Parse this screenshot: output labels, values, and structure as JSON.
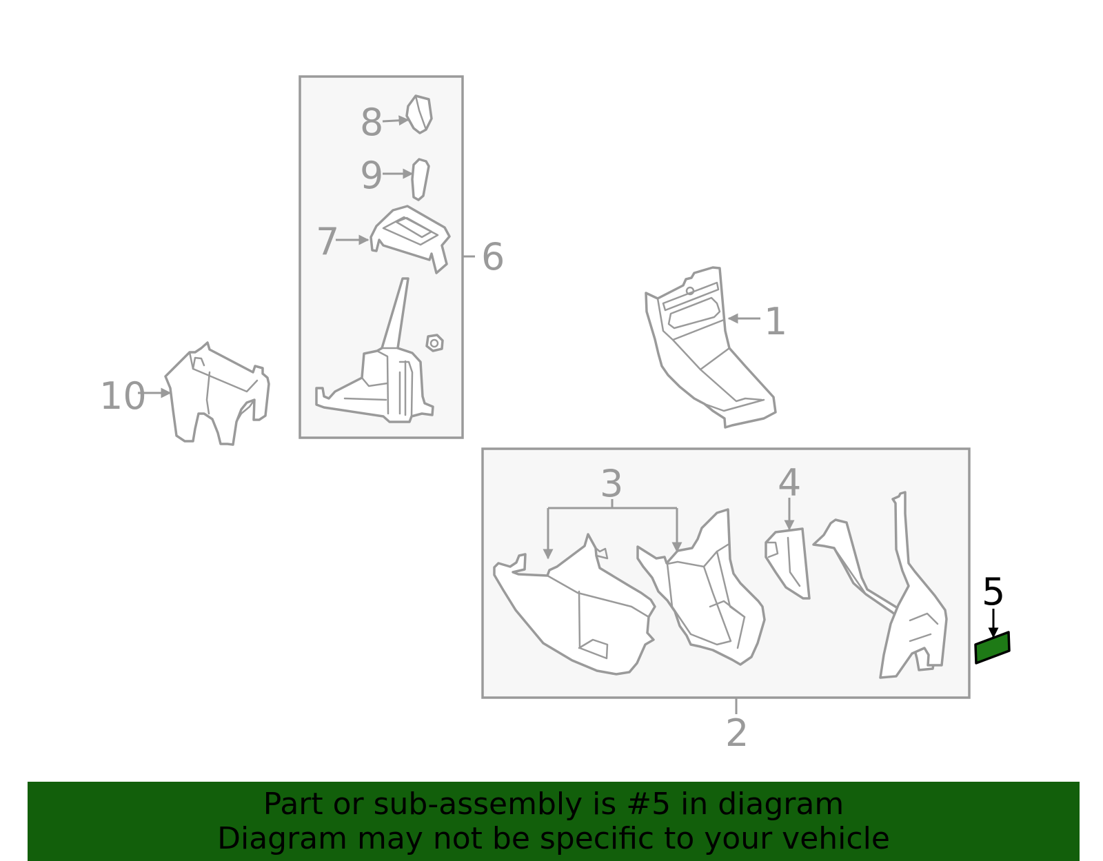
{
  "diagram": {
    "callouts": {
      "c1": "1",
      "c2": "2",
      "c3": "3",
      "c4": "4",
      "c5": "5",
      "c6": "6",
      "c7": "7",
      "c8": "8",
      "c9": "9",
      "c10": "10"
    },
    "highlight_part": "5",
    "colors": {
      "line_art": "#9a9a9a",
      "highlight_fill": "#1e7a16",
      "highlight_callout": "#000000",
      "frame_fill": "#f7f7f7",
      "banner_bg": "#125f0b"
    }
  },
  "banner": {
    "line1": "Part or sub-assembly is #5 in diagram",
    "line2": "Diagram may not be specific to your vehicle"
  }
}
